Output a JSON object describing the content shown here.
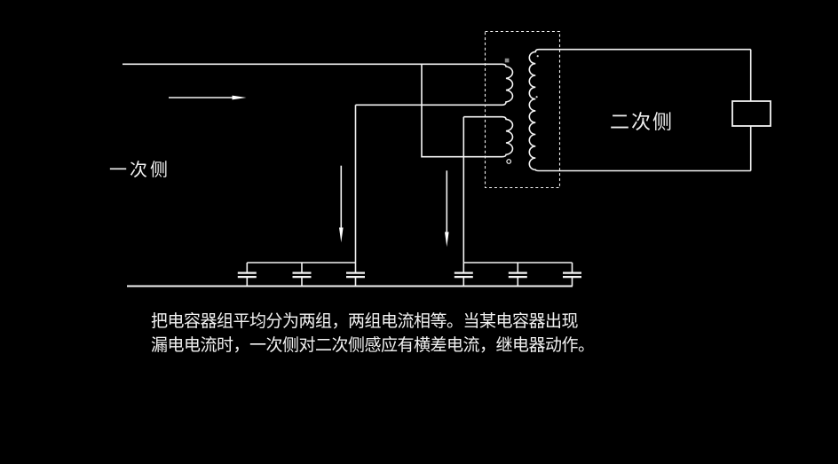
{
  "colors": {
    "background": "#000000",
    "wire": "#f4f4f4",
    "text": "#f0f0f0",
    "polarity_square": "#8a8a8a"
  },
  "labels": {
    "primary_side": "一次侧",
    "secondary_side": "二次侧"
  },
  "caption": {
    "line1": "把电容器组平均分为两组，两组电流相等。当某电容器出现",
    "line2": "漏电电流时，一次侧对二次侧感应有横差电流，继电器动作。"
  },
  "diagram": {
    "type": "circuit-schematic",
    "components": [
      {
        "name": "primary-bus-wire",
        "kind": "wire"
      },
      {
        "name": "current-transformer",
        "kind": "transformer",
        "primary_windings": 2,
        "secondary_windings": 1,
        "boundary": "dashed-box"
      },
      {
        "name": "capacitor-bank-left",
        "kind": "capacitor-group",
        "capacitors": 3
      },
      {
        "name": "capacitor-bank-right",
        "kind": "capacitor-group",
        "capacitors": 3
      },
      {
        "name": "bottom-bus-wire",
        "kind": "wire"
      },
      {
        "name": "relay",
        "kind": "box"
      },
      {
        "name": "current-direction-arrows",
        "kind": "arrow",
        "count": 3
      }
    ]
  }
}
